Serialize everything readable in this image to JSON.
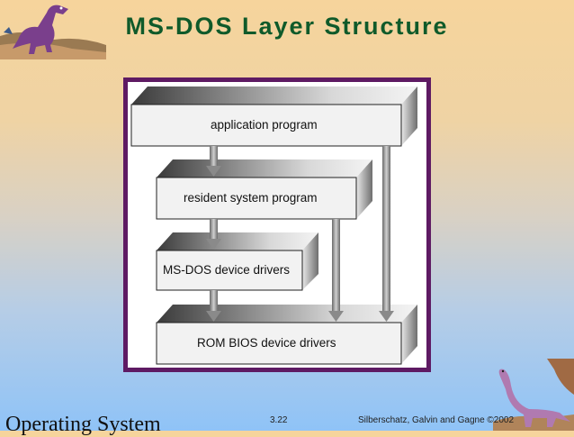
{
  "slide": {
    "title": "MS-DOS Layer Structure",
    "footer_left": "Operating System",
    "page_number": "3.22",
    "credit": "Silberschatz, Galvin and  Gagne ©2002"
  },
  "diagram": {
    "layers": [
      {
        "label": "application program"
      },
      {
        "label": "resident system program"
      },
      {
        "label": "MS-DOS device drivers"
      },
      {
        "label": "ROM BIOS device drivers"
      }
    ]
  },
  "colors": {
    "title": "#0f5a2a",
    "frame": "#5e1a63",
    "box_face": "#f2f2f2",
    "arrow": "#9a9a9a"
  },
  "icons": [
    "dinosaur-icon-top-left",
    "dinosaur-icon-bottom-right"
  ]
}
